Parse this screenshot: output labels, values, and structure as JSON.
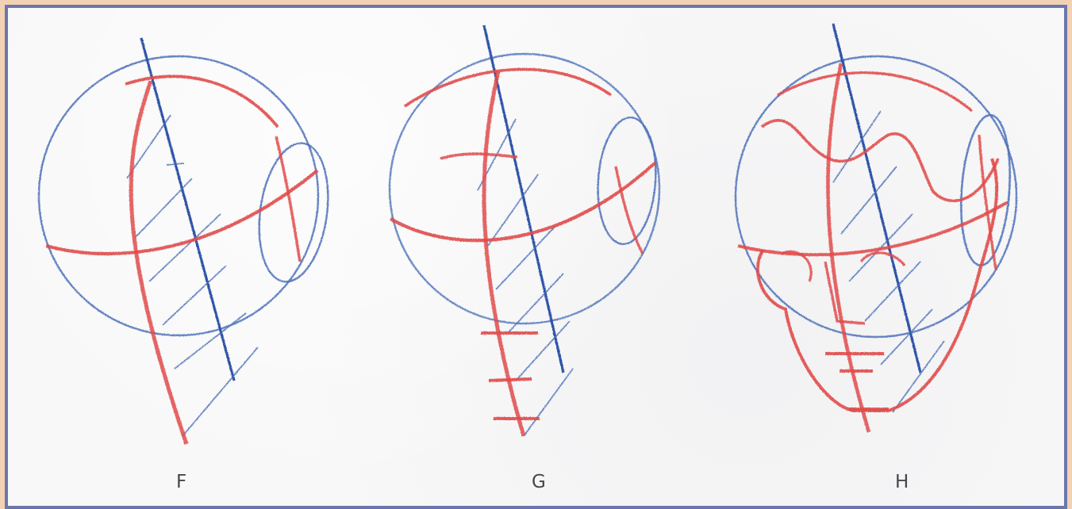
{
  "figures": [
    {
      "id": "F",
      "label": "F"
    },
    {
      "id": "G",
      "label": "G"
    },
    {
      "id": "H",
      "label": "H"
    }
  ],
  "colors": {
    "frame": "#f2d2b2",
    "border": "#6b76ad",
    "paper": "#f8f8f8",
    "pencil_blue": "#3f62b3",
    "pencil_red": "#e04a4a",
    "label_text": "#474747"
  }
}
